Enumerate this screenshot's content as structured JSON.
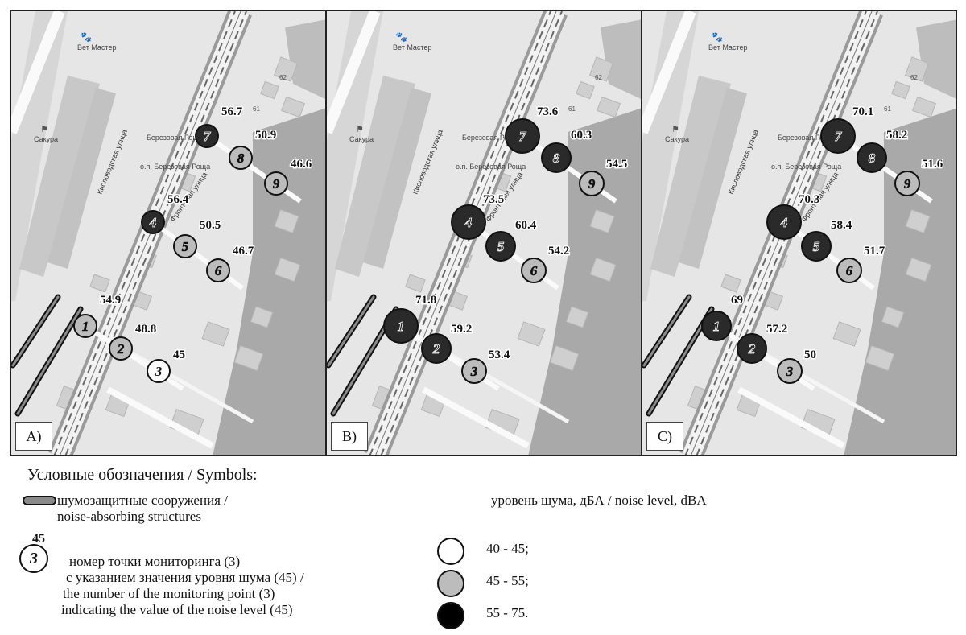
{
  "panels": [
    {
      "label": "A)",
      "points": [
        {
          "n": "1",
          "value": "54.9",
          "level": 54.9
        },
        {
          "n": "2",
          "value": "48.8",
          "level": 48.8
        },
        {
          "n": "3",
          "value": "45",
          "level": 45
        },
        {
          "n": "4",
          "value": "56.4",
          "level": 56.4
        },
        {
          "n": "5",
          "value": "50.5",
          "level": 50.5
        },
        {
          "n": "6",
          "value": "46.7",
          "level": 46.7
        },
        {
          "n": "7",
          "value": "56.7",
          "level": 56.7
        },
        {
          "n": "8",
          "value": "50.9",
          "level": 50.9
        },
        {
          "n": "9",
          "value": "46.6",
          "level": 46.6
        }
      ]
    },
    {
      "label": "B)",
      "points": [
        {
          "n": "1",
          "value": "71.8",
          "level": 71.8
        },
        {
          "n": "2",
          "value": "59.2",
          "level": 59.2
        },
        {
          "n": "3",
          "value": "53.4",
          "level": 53.4
        },
        {
          "n": "4",
          "value": "73.5",
          "level": 73.5
        },
        {
          "n": "5",
          "value": "60.4",
          "level": 60.4
        },
        {
          "n": "6",
          "value": "54.2",
          "level": 54.2
        },
        {
          "n": "7",
          "value": "73.6",
          "level": 73.6
        },
        {
          "n": "8",
          "value": "60.3",
          "level": 60.3
        },
        {
          "n": "9",
          "value": "54.5",
          "level": 54.5
        }
      ]
    },
    {
      "label": "C)",
      "points": [
        {
          "n": "1",
          "value": "69",
          "level": 69
        },
        {
          "n": "2",
          "value": "57.2",
          "level": 57.2
        },
        {
          "n": "3",
          "value": "50",
          "level": 50
        },
        {
          "n": "4",
          "value": "70.3",
          "level": 70.3
        },
        {
          "n": "5",
          "value": "58.4",
          "level": 58.4
        },
        {
          "n": "6",
          "value": "51.7",
          "level": 51.7
        },
        {
          "n": "7",
          "value": "70.1",
          "level": 70.1
        },
        {
          "n": "8",
          "value": "58.2",
          "level": 58.2
        },
        {
          "n": "9",
          "value": "51.6",
          "level": 51.6
        }
      ]
    }
  ],
  "map_labels": {
    "vet": "Вет Мастер",
    "sakura": "Сакура",
    "kislovodskaya": "Кисловодская улица",
    "berezovaya": "Березовая Роща",
    "op_berezovaya": "о.п. Березовая Роща",
    "frontovaya": "Фронтовая улица",
    "house_62": "62",
    "house_61": "61"
  },
  "legend": {
    "title": "Условные обозначения / Symbols:",
    "barrier_line1": "шумозащитные сооружения /",
    "barrier_line2": "noise-absorbing structures",
    "example_number": "3",
    "example_value": "45",
    "point_line1": "номер точки мониторинга (3)",
    "point_line2": "с указанием значения уровня шума (45) /",
    "point_line3": "the number of the monitoring point (3)",
    "point_line4": "indicating the value of the noise level (45)",
    "noise_title": "уровень шума, дБА / noise level, dBA",
    "ranges": [
      {
        "label": "40 - 45;",
        "color": "#ffffff"
      },
      {
        "label": "45 - 55;",
        "color": "#bcbcbc"
      },
      {
        "label": "55 - 75.",
        "color": "#000000"
      }
    ]
  },
  "colors": {
    "low": "#ffffff",
    "mid": "#bcbcbc",
    "high": "#2a2a2a",
    "map_bg": "#e6e6e6",
    "building": "#cfcfcf",
    "forest": "#a9a9a9",
    "barrier": "#8a8a8a"
  }
}
